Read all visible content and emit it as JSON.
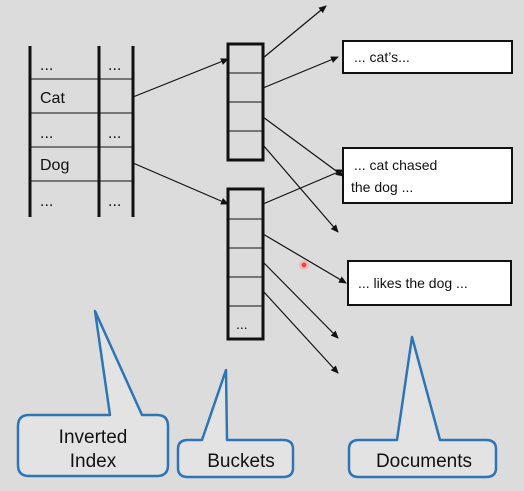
{
  "colors": {
    "background": "#dcdcdc",
    "ink": "#111111",
    "callout_stroke": "#2e75b6",
    "callout_fill": "#e3e3e3",
    "pointer_dot": "#e04a4a"
  },
  "index_table": {
    "rows": [
      {
        "term": "...",
        "pointer": "..."
      },
      {
        "term": "Cat",
        "pointer": ""
      },
      {
        "term": "...",
        "pointer": "..."
      },
      {
        "term": "Dog",
        "pointer": ""
      },
      {
        "term": "...",
        "pointer": "..."
      }
    ]
  },
  "buckets": {
    "second_ellipsis": "..."
  },
  "documents": [
    {
      "lines": [
        "... cat’s..."
      ]
    },
    {
      "lines": [
        "... cat chased",
        "the dog ..."
      ]
    },
    {
      "lines": [
        "... likes the dog ..."
      ]
    }
  ],
  "callouts": {
    "index_line1": "Inverted",
    "index_line2": "Index",
    "buckets": "Buckets",
    "documents": "Documents"
  }
}
